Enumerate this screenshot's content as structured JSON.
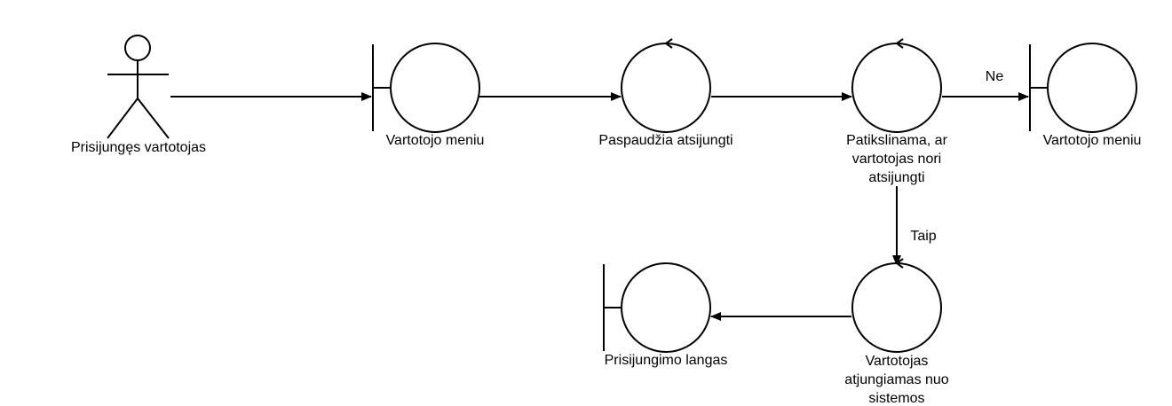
{
  "diagram": {
    "actor": {
      "label": "Prisijungęs vartotojas"
    },
    "nodes": {
      "menu1": {
        "label": "Vartotojo meniu"
      },
      "click_logout": {
        "label": "Paspaudžia atsijungti"
      },
      "confirm": {
        "label_lines": [
          "Patikslinama, ar",
          "vartotojas nori",
          "atsijungti"
        ]
      },
      "menu2": {
        "label": "Vartotojo meniu"
      },
      "logged_out": {
        "label_lines": [
          "Vartotojas",
          "atjungiamas nuo",
          "sistemos"
        ]
      },
      "login_window": {
        "label": "Prisijungimo langas"
      }
    },
    "edges": {
      "no": {
        "label": "Ne"
      },
      "yes": {
        "label": "Taip"
      }
    }
  },
  "colors": {
    "stroke": "#000000",
    "fill": "#ffffff",
    "text": "#000000"
  }
}
